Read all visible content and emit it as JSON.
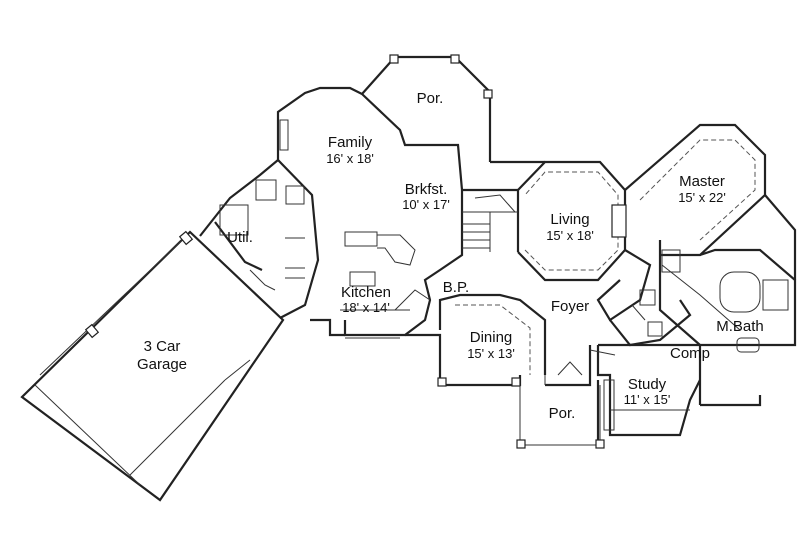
{
  "rooms": {
    "porch_rear": {
      "name": "Por.",
      "dim": ""
    },
    "family": {
      "name": "Family",
      "dim": "16' x 18'"
    },
    "breakfast": {
      "name": "Brkfst.",
      "dim": "10' x 17'"
    },
    "living": {
      "name": "Living",
      "dim": "15' x 18'"
    },
    "master": {
      "name": "Master",
      "dim": "15' x 22'"
    },
    "utility": {
      "name": "Util.",
      "dim": ""
    },
    "kitchen": {
      "name": "Kitchen",
      "dim": "18' x 14'"
    },
    "butler_pantry": {
      "name": "B.P.",
      "dim": ""
    },
    "foyer": {
      "name": "Foyer",
      "dim": ""
    },
    "garage": {
      "name": "3 Car",
      "name2": "Garage",
      "dim": ""
    },
    "dining": {
      "name": "Dining",
      "dim": "15' x 13'"
    },
    "master_bath": {
      "name": "M.Bath",
      "dim": ""
    },
    "computer": {
      "name": "Comp",
      "dim": ""
    },
    "study": {
      "name": "Study",
      "dim": "11' x 15'"
    },
    "porch_front": {
      "name": "Por.",
      "dim": ""
    }
  }
}
